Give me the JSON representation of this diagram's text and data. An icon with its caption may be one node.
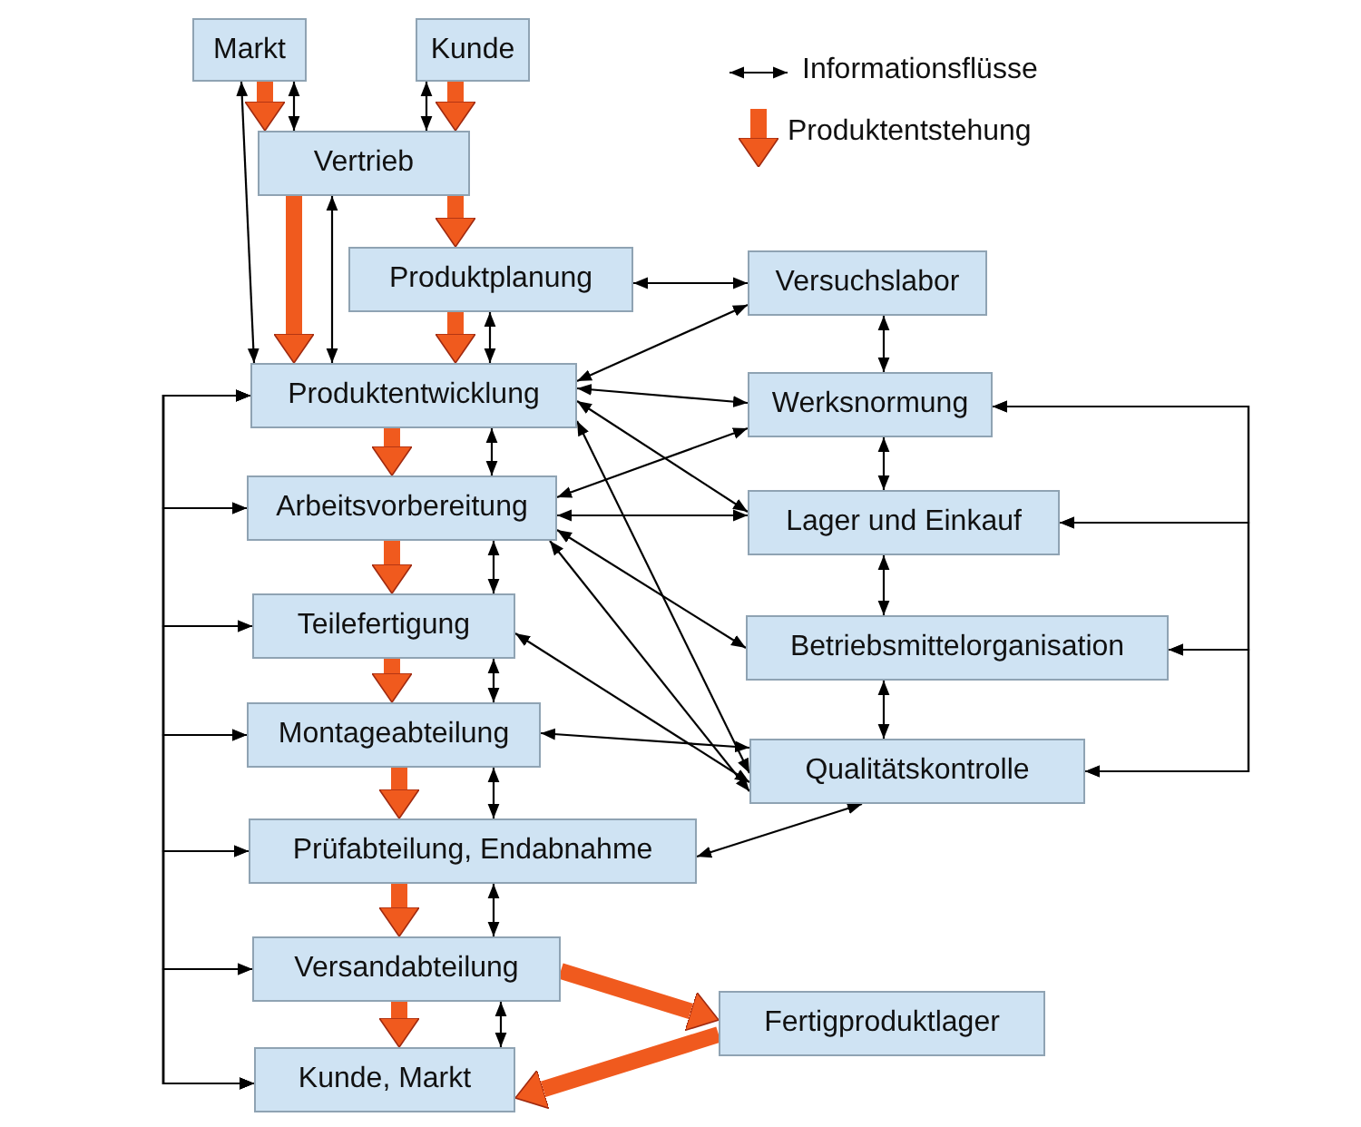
{
  "diagram": {
    "nodes": [
      {
        "text": [
          "Markt"
        ]
      },
      {
        "text": [
          "Kunde"
        ]
      },
      {
        "text": [
          "Vertrieb"
        ]
      },
      {
        "text": [
          "Produktplanung"
        ]
      },
      {
        "text": [
          "Versuchslabor"
        ]
      },
      {
        "text": [
          "Produktentwicklung"
        ]
      },
      {
        "text": [
          "Werksnormung"
        ]
      },
      {
        "text": [
          "Arbeitsvorbereitung"
        ]
      },
      {
        "text": [
          "Lager und Einkauf"
        ]
      },
      {
        "text": [
          "Teilefertigung"
        ]
      },
      {
        "text": [
          "Betriebsmittelorganisation"
        ]
      },
      {
        "text": [
          "Montageabteilung"
        ]
      },
      {
        "text": [
          "Qualitätskontrolle"
        ]
      },
      {
        "text": [
          "Prüfabteilung, Endabnahme"
        ]
      },
      {
        "text": [
          "Versandabteilung"
        ]
      },
      {
        "text": [
          "Fertigproduktlager"
        ]
      },
      {
        "text": [
          "Kunde, Markt"
        ]
      }
    ],
    "edges": [
      {
        "from": 0,
        "to": 2,
        "arrow": "to",
        "style": "thick",
        "color": "#f05a1e"
      },
      {
        "from": 1,
        "to": 2,
        "arrow": "to",
        "style": "thick",
        "color": "#f05a1e"
      },
      {
        "from": 2,
        "to": 5,
        "arrow": "to",
        "style": "thick",
        "color": "#f05a1e"
      },
      {
        "from": 2,
        "to": 3,
        "arrow": "to",
        "style": "thick",
        "color": "#f05a1e"
      },
      {
        "from": 3,
        "to": 5,
        "arrow": "to",
        "style": "thick",
        "color": "#f05a1e"
      },
      {
        "from": 5,
        "to": 7,
        "arrow": "to",
        "style": "thick",
        "color": "#f05a1e"
      },
      {
        "from": 7,
        "to": 9,
        "arrow": "to",
        "style": "thick",
        "color": "#f05a1e"
      },
      {
        "from": 9,
        "to": 11,
        "arrow": "to",
        "style": "thick",
        "color": "#f05a1e"
      },
      {
        "from": 11,
        "to": 13,
        "arrow": "to",
        "style": "thick",
        "color": "#f05a1e"
      },
      {
        "from": 13,
        "to": 14,
        "arrow": "to",
        "style": "thick",
        "color": "#f05a1e"
      },
      {
        "from": 14,
        "to": 16,
        "arrow": "to",
        "style": "thick",
        "color": "#f05a1e"
      },
      {
        "from": 14,
        "to": 15,
        "arrow": "to",
        "style": "thick",
        "color": "#f05a1e"
      },
      {
        "from": 15,
        "to": 16,
        "arrow": "to",
        "style": "thick",
        "color": "#f05a1e"
      },
      {
        "from": 0,
        "to": 2,
        "arrow": "both"
      },
      {
        "from": 1,
        "to": 2,
        "arrow": "both"
      },
      {
        "from": 0,
        "to": 5,
        "arrow": "both"
      },
      {
        "from": 2,
        "to": 5,
        "arrow": "both"
      },
      {
        "from": 3,
        "to": 4,
        "arrow": "both"
      },
      {
        "from": 3,
        "to": 5,
        "arrow": "both"
      },
      {
        "from": 4,
        "to": 5,
        "arrow": "both"
      },
      {
        "from": 5,
        "to": 6,
        "arrow": "both"
      },
      {
        "from": 5,
        "to": 8,
        "arrow": "both"
      },
      {
        "from": 5,
        "to": 12,
        "arrow": "both"
      },
      {
        "from": 5,
        "to": 7,
        "arrow": "both"
      },
      {
        "from": 6,
        "to": 7,
        "arrow": "both"
      },
      {
        "from": 7,
        "to": 8,
        "arrow": "both"
      },
      {
        "from": 7,
        "to": 10,
        "arrow": "both"
      },
      {
        "from": 7,
        "to": 12,
        "arrow": "both"
      },
      {
        "from": 7,
        "to": 9,
        "arrow": "both"
      },
      {
        "from": 9,
        "to": 12,
        "arrow": "both"
      },
      {
        "from": 9,
        "to": 11,
        "arrow": "both"
      },
      {
        "from": 11,
        "to": 12,
        "arrow": "both"
      },
      {
        "from": 11,
        "to": 13,
        "arrow": "both"
      },
      {
        "from": 13,
        "to": 12,
        "arrow": "both"
      },
      {
        "from": 13,
        "to": 14,
        "arrow": "both"
      },
      {
        "from": 14,
        "to": 16,
        "arrow": "both"
      },
      {
        "from": 4,
        "to": 6,
        "arrow": "both"
      },
      {
        "from": 6,
        "to": 8,
        "arrow": "both"
      },
      {
        "from": 8,
        "to": 10,
        "arrow": "both"
      },
      {
        "from": 10,
        "to": 12,
        "arrow": "both"
      },
      {
        "from": 8,
        "to": 6,
        "arrow": "both"
      },
      {
        "from": 8,
        "to": 12,
        "arrow": "both"
      },
      {
        "from": 10,
        "to": 6,
        "arrow": "both"
      },
      {
        "from": 10,
        "to": 12,
        "arrow": "both"
      },
      {
        "from": 7,
        "to": 5,
        "arrow": "both"
      },
      {
        "from": 7,
        "to": 16,
        "arrow": "both"
      },
      {
        "from": 9,
        "to": 5,
        "arrow": "both"
      },
      {
        "from": 9,
        "to": 16,
        "arrow": "both"
      },
      {
        "from": 11,
        "to": 5,
        "arrow": "both"
      },
      {
        "from": 11,
        "to": 16,
        "arrow": "both"
      },
      {
        "from": 13,
        "to": 5,
        "arrow": "both"
      },
      {
        "from": 13,
        "to": 16,
        "arrow": "both"
      },
      {
        "from": 14,
        "to": 5,
        "arrow": "both"
      },
      {
        "from": 14,
        "to": 16,
        "arrow": "both"
      }
    ],
    "legend": [
      {
        "text": "Informationsflüsse"
      },
      {
        "text": "Produktentstehung"
      }
    ]
  }
}
